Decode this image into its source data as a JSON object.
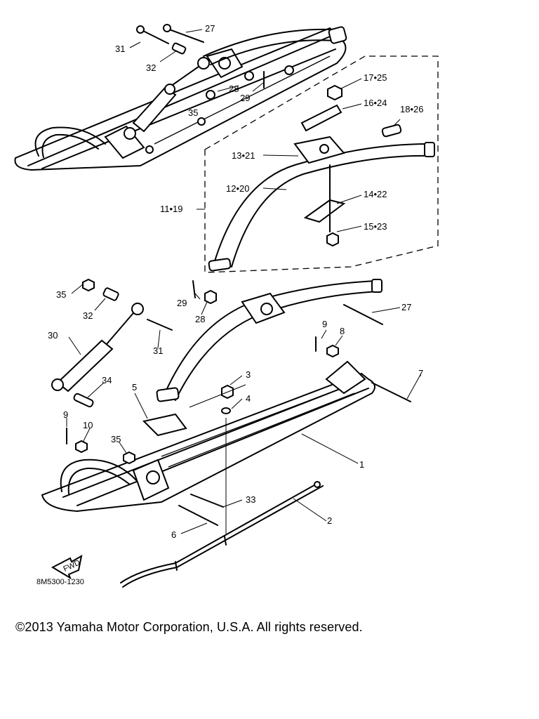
{
  "diagram": {
    "figure_code": "8M5300-1230",
    "fwd_label": "FWD",
    "callouts": [
      "1",
      "2",
      "3",
      "4",
      "5",
      "6",
      "7",
      "8",
      "9",
      "9",
      "10",
      "11•19",
      "12•20",
      "13•21",
      "14•22",
      "15•23",
      "16•24",
      "17•25",
      "18•26",
      "27",
      "27",
      "28",
      "28",
      "29",
      "29",
      "30",
      "31",
      "31",
      "32",
      "32",
      "33",
      "34",
      "35",
      "35",
      "35"
    ]
  },
  "footer": {
    "copyright": "©2013 Yamaha Motor Corporation, U.S.A. All rights reserved."
  }
}
